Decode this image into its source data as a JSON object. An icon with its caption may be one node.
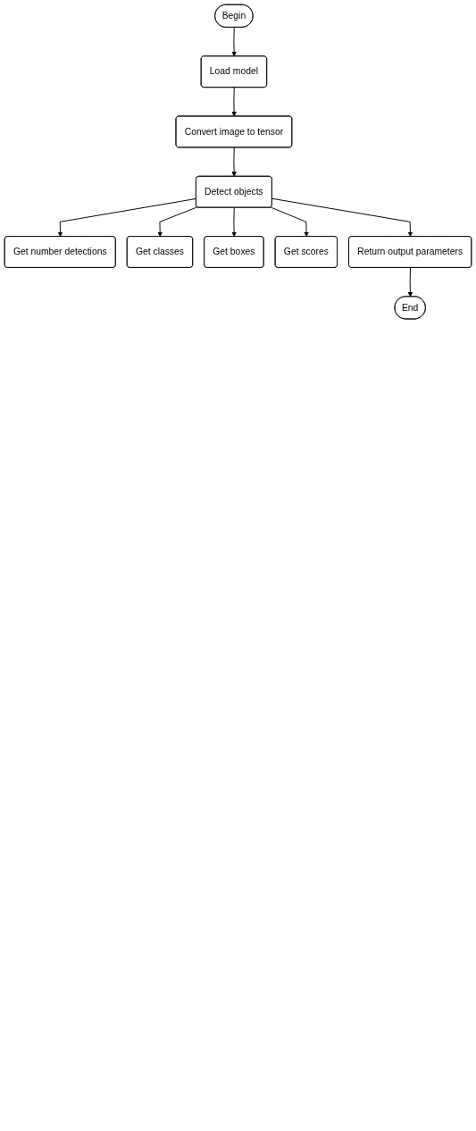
{
  "diagram": {
    "nodes": [
      {
        "text": [
          "Begin"
        ]
      },
      {
        "text": [
          "Load model"
        ]
      },
      {
        "text": [
          "Convert image to tensor"
        ]
      },
      {
        "text": [
          "Detect objects"
        ]
      },
      {
        "text": [
          "Get number detections"
        ]
      },
      {
        "text": [
          "Get classes"
        ]
      },
      {
        "text": [
          "Get boxes"
        ]
      },
      {
        "text": [
          "Get scores"
        ]
      },
      {
        "text": [
          "Return output parameters"
        ]
      },
      {
        "text": [
          "End"
        ]
      }
    ],
    "edges": [
      {
        "from": 0,
        "to": 1,
        "arrow": "to"
      },
      {
        "from": 1,
        "to": 2,
        "arrow": "to"
      },
      {
        "from": 2,
        "to": 3,
        "arrow": "to"
      },
      {
        "from": 3,
        "to": 4,
        "arrow": "to"
      },
      {
        "from": 3,
        "to": 5,
        "arrow": "to"
      },
      {
        "from": 3,
        "to": 6,
        "arrow": "to"
      },
      {
        "from": 3,
        "to": 7,
        "arrow": "to"
      },
      {
        "from": 3,
        "to": 8,
        "arrow": "to"
      },
      {
        "from": 8,
        "to": 9,
        "arrow": "to"
      }
    ]
  }
}
